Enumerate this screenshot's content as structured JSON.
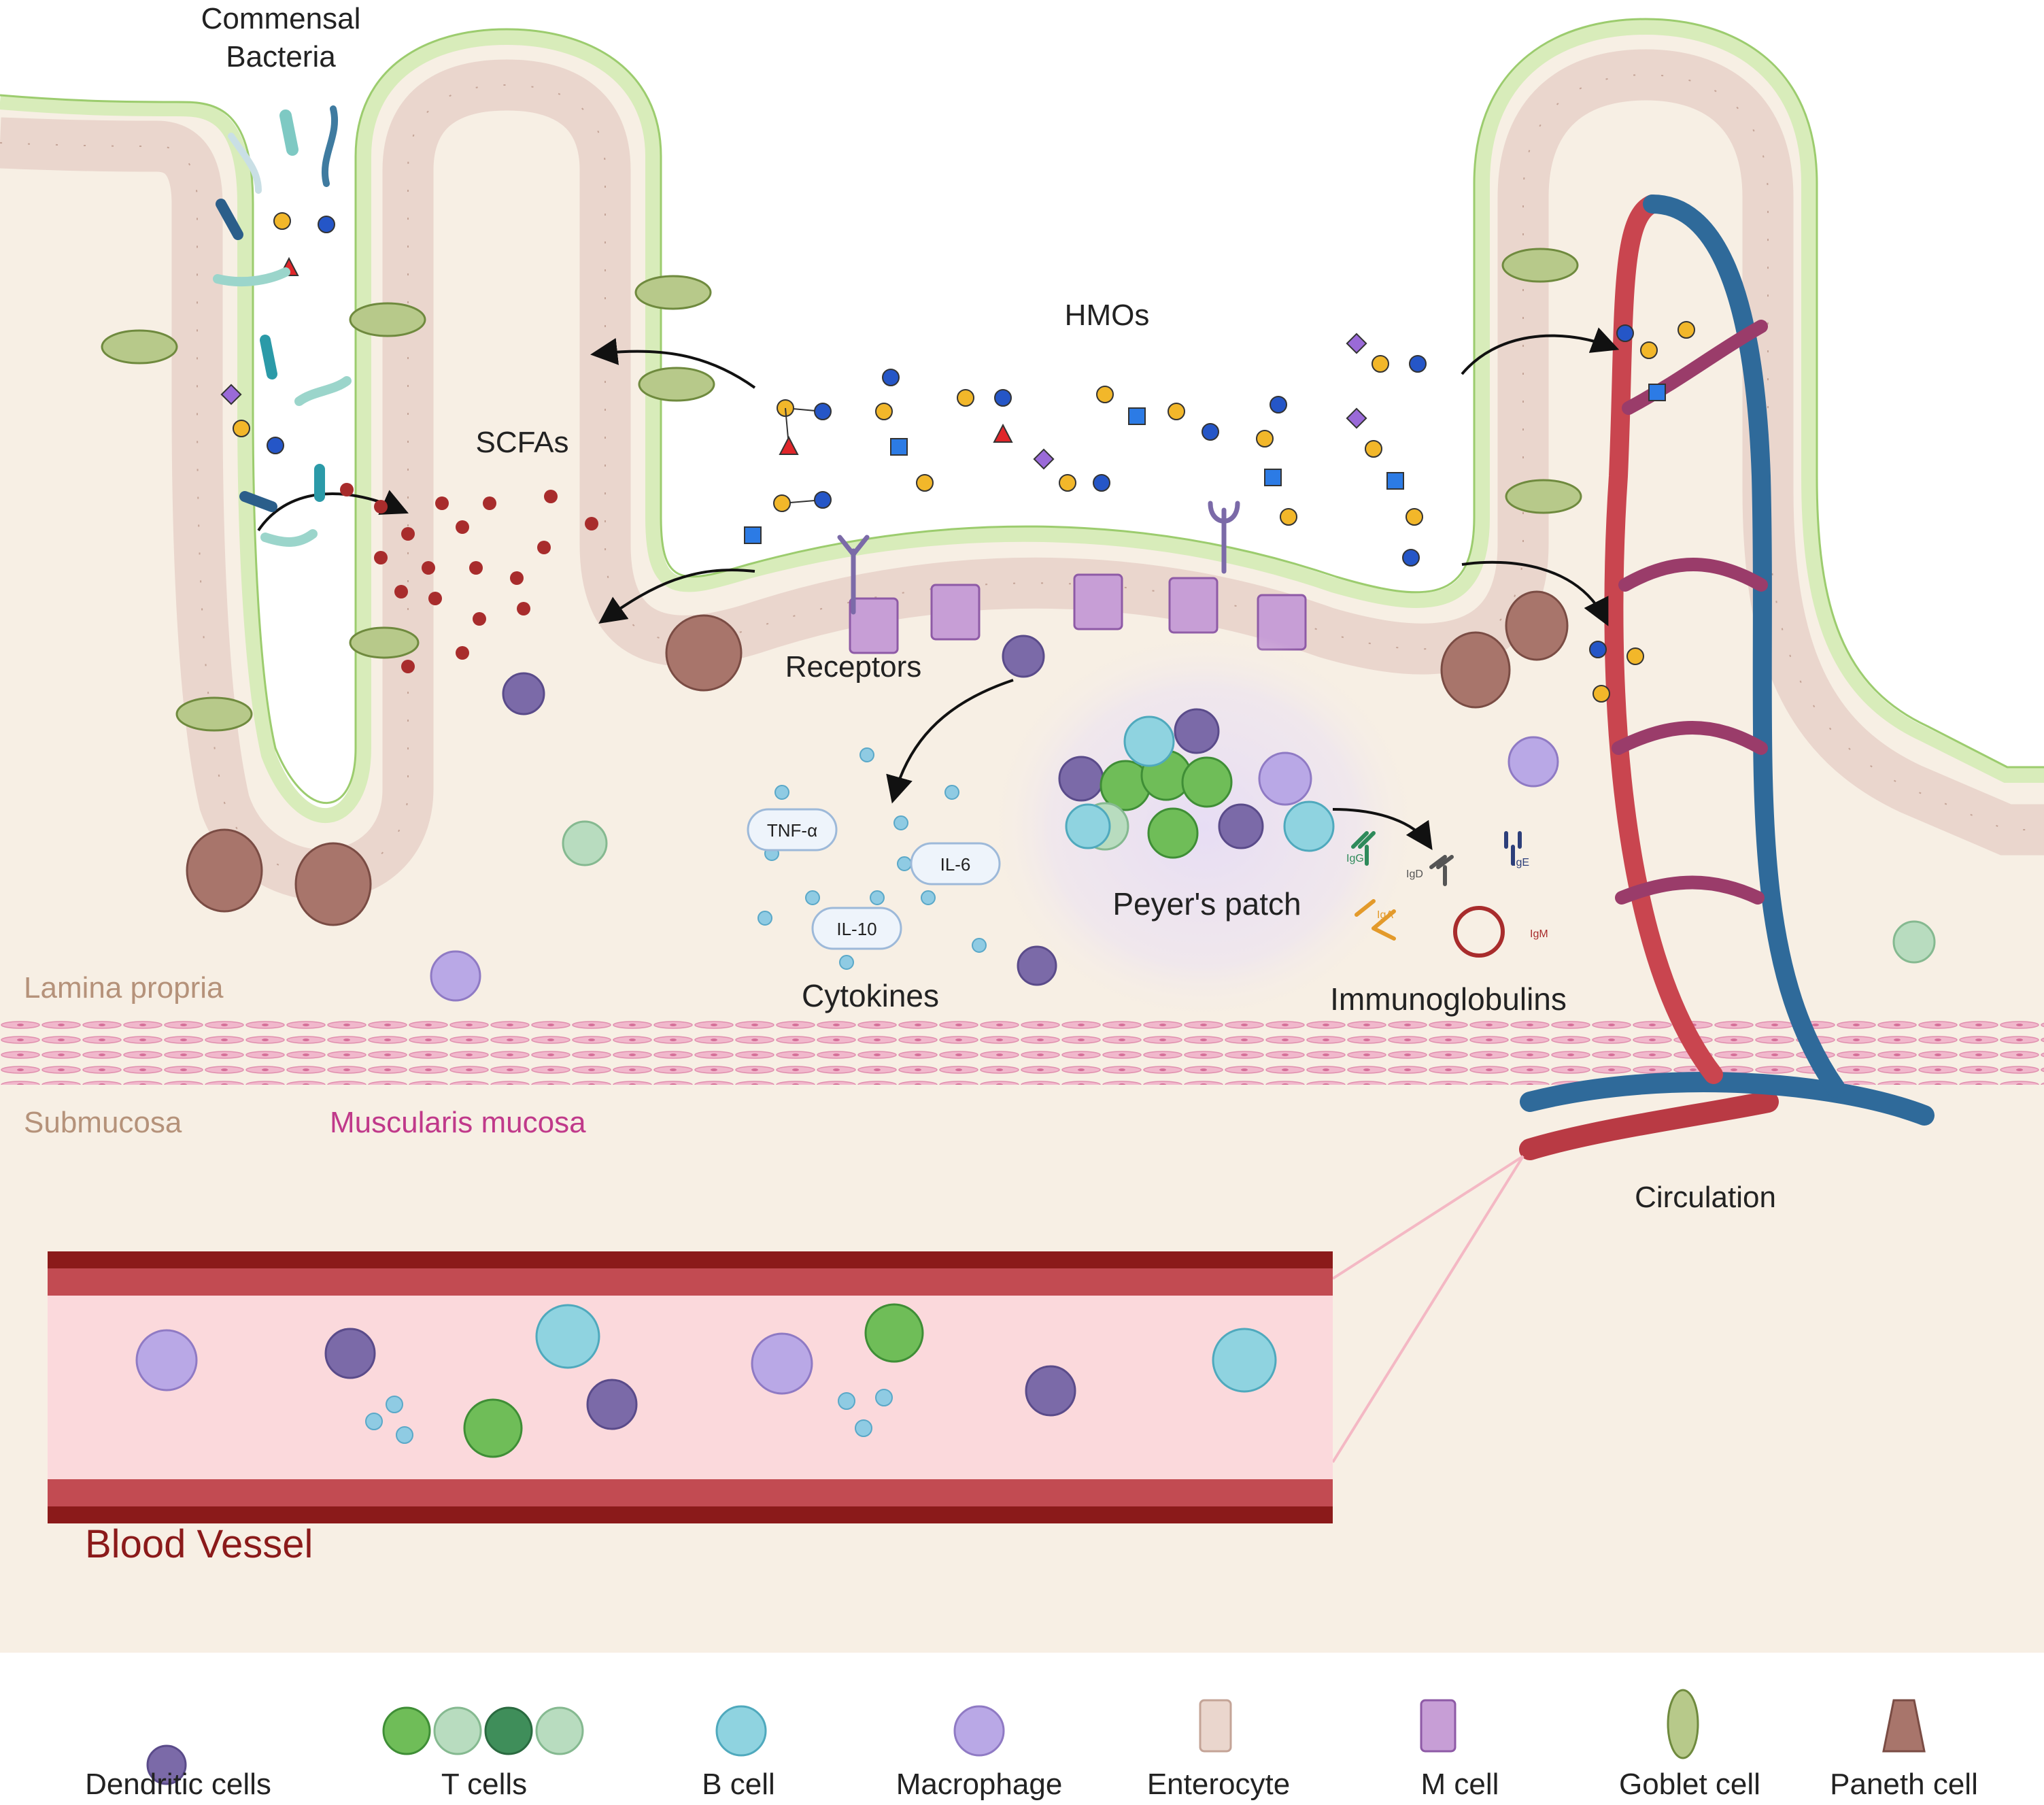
{
  "labels": {
    "commensal_line1": "Commensal",
    "commensal_line2": "Bacteria",
    "hmos": "HMOs",
    "scfas": "SCFAs",
    "receptors": "Receptors",
    "tnf": "TNF-α",
    "il6": "IL-6",
    "il10": "IL-10",
    "cytokines": "Cytokines",
    "peyers_patch": "Peyer's patch",
    "immunoglobulins": "Immunoglobulins",
    "igg": "IgG",
    "igd": "IgD",
    "ige": "IgE",
    "iga": "IgA",
    "igm": "IgM",
    "lamina_propria": "Lamina propria",
    "submucosa": "Submucosa",
    "muscularis_mucosa": "Muscularis mucosa",
    "circulation": "Circulation",
    "blood_vessel": "Blood Vessel"
  },
  "legend": [
    {
      "label": "Dendritic cells"
    },
    {
      "label": "T cells"
    },
    {
      "label": "B cell"
    },
    {
      "label": "Macrophage"
    },
    {
      "label": "Enterocyte"
    },
    {
      "label": "M cell"
    },
    {
      "label": "Goblet cell"
    },
    {
      "label": "Paneth cell"
    }
  ],
  "colors": {
    "tissue": "#f7efe4",
    "mucus": "#e3f0cc",
    "epithelium": "#ead6cd",
    "vessel_red": "#c9454f",
    "vessel_blue": "#2f6a9a",
    "dendritic": "#7b6aa8",
    "tcell": "#6fbd58",
    "bcell": "#8fd3e0",
    "macrophage": "#b9a8e6",
    "lamina_text": "#b5927a",
    "muscularis_text": "#c0398a",
    "blood_vessel_text": "#8b1a1a"
  }
}
